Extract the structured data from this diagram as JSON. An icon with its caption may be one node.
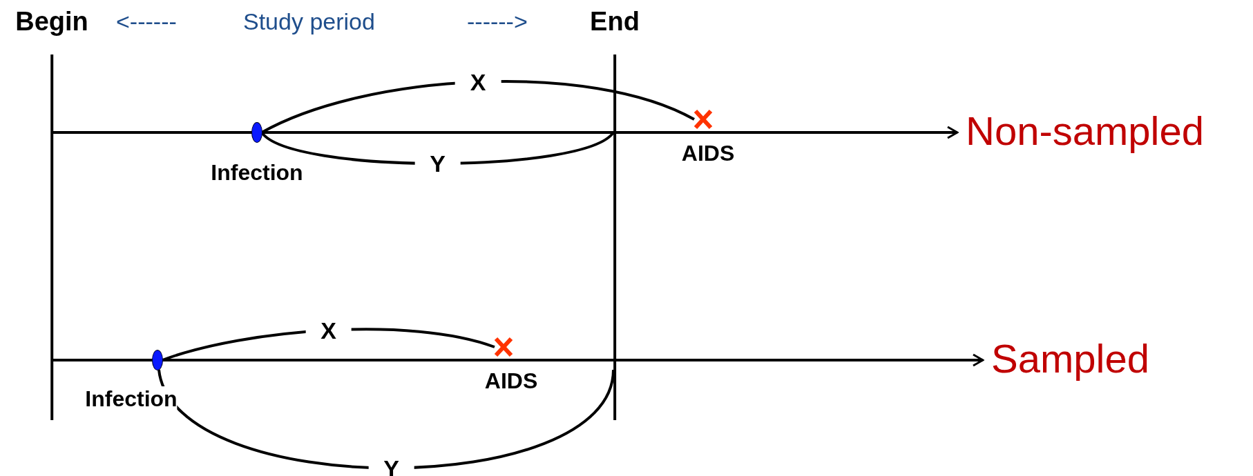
{
  "diagram": {
    "nodes": [
      {
        "text": [
          "Begin"
        ]
      },
      {
        "text": [
          "End"
        ]
      },
      {
        "text": [],
        "shape": "circle",
        "beside": [
          "Infection"
        ]
      },
      {
        "text": [],
        "shape": "cross",
        "beside": [
          "AIDS"
        ]
      },
      {
        "text": [],
        "shape": "circle",
        "beside": [
          "Infection"
        ]
      },
      {
        "text": [],
        "shape": "cross",
        "beside": [
          "AIDS"
        ]
      },
      {
        "text": [
          "Non-sampled"
        ]
      },
      {
        "text": [
          "Sampled"
        ]
      }
    ],
    "edges": [
      {
        "from": 0,
        "to": 6,
        "arrow": "to"
      },
      {
        "from": 2,
        "to": 3,
        "arrow": "none",
        "label": "X"
      },
      {
        "from": 2,
        "to": 1,
        "arrow": "none",
        "label": "Y"
      },
      {
        "from": 0,
        "to": 7,
        "arrow": "to"
      },
      {
        "from": 4,
        "to": 5,
        "arrow": "none",
        "label": "X"
      },
      {
        "from": 4,
        "to": 1,
        "arrow": "none",
        "label": "Y"
      }
    ],
    "labels": [
      "<------",
      "Study period",
      "------>"
    ]
  }
}
